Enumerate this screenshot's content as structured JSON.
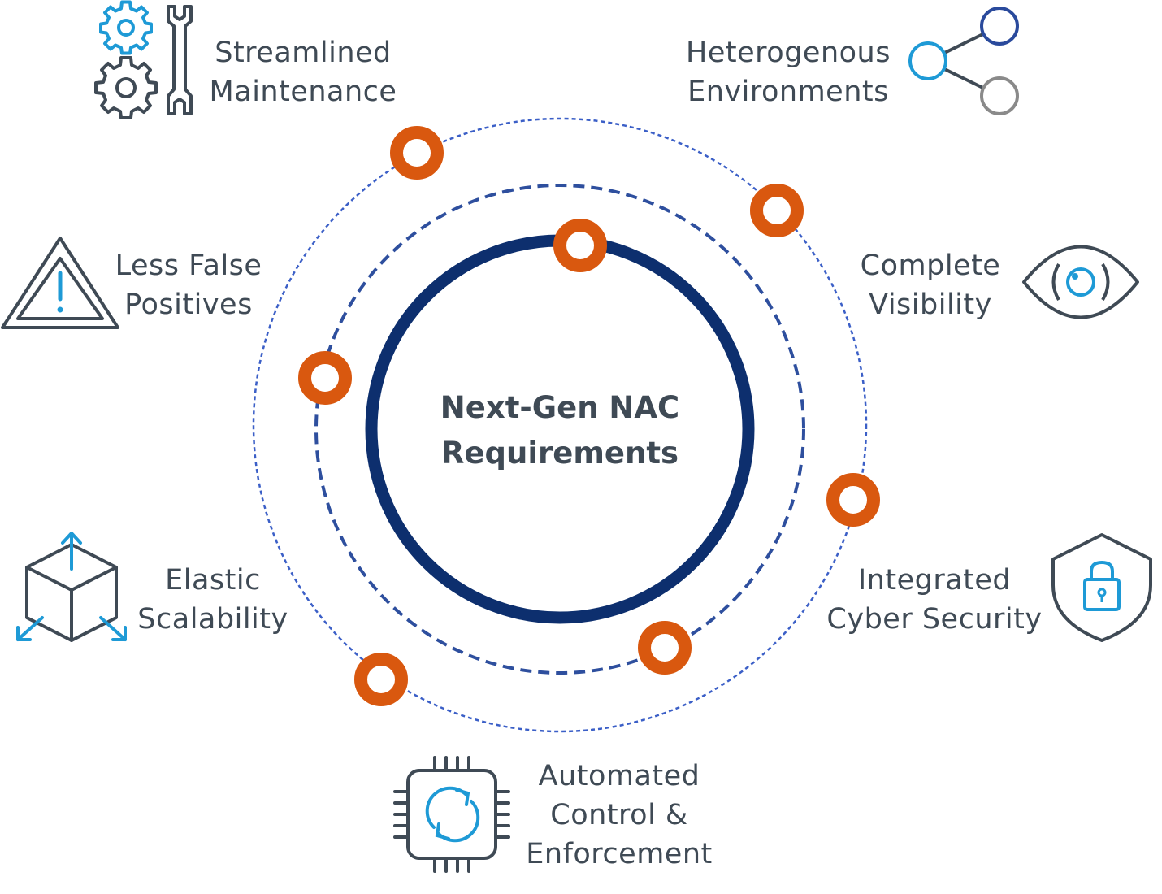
{
  "center": {
    "line1": "Next-Gen NAC",
    "line2": "Requirements"
  },
  "features": {
    "maintenance": {
      "line1": "Streamlined",
      "line2": "Maintenance",
      "icon": "gears-wrench-icon"
    },
    "heterogeneous": {
      "line1": "Heterogenous",
      "line2": "Environments",
      "icon": "share-nodes-icon"
    },
    "false_positives": {
      "line1": "Less False",
      "line2": "Positives",
      "icon": "warning-triangle-icon"
    },
    "visibility": {
      "line1": "Complete",
      "line2": "Visibility",
      "icon": "eye-icon"
    },
    "scalability": {
      "line1": "Elastic",
      "line2": "Scalability",
      "icon": "cube-arrows-icon"
    },
    "security": {
      "line1": "Integrated",
      "line2": "Cyber Security",
      "icon": "shield-lock-icon"
    },
    "automation": {
      "line1": "Automated",
      "line2": "Control &",
      "line3": "Enforcement",
      "icon": "chip-refresh-icon"
    }
  },
  "colors": {
    "navy": "#0d2f6e",
    "dashed_blue": "#2e4f9e",
    "orange": "#d9580f",
    "icon_gray": "#3f4a55",
    "icon_blue": "#1e9ad6",
    "node_gray": "#8a8a8a"
  }
}
